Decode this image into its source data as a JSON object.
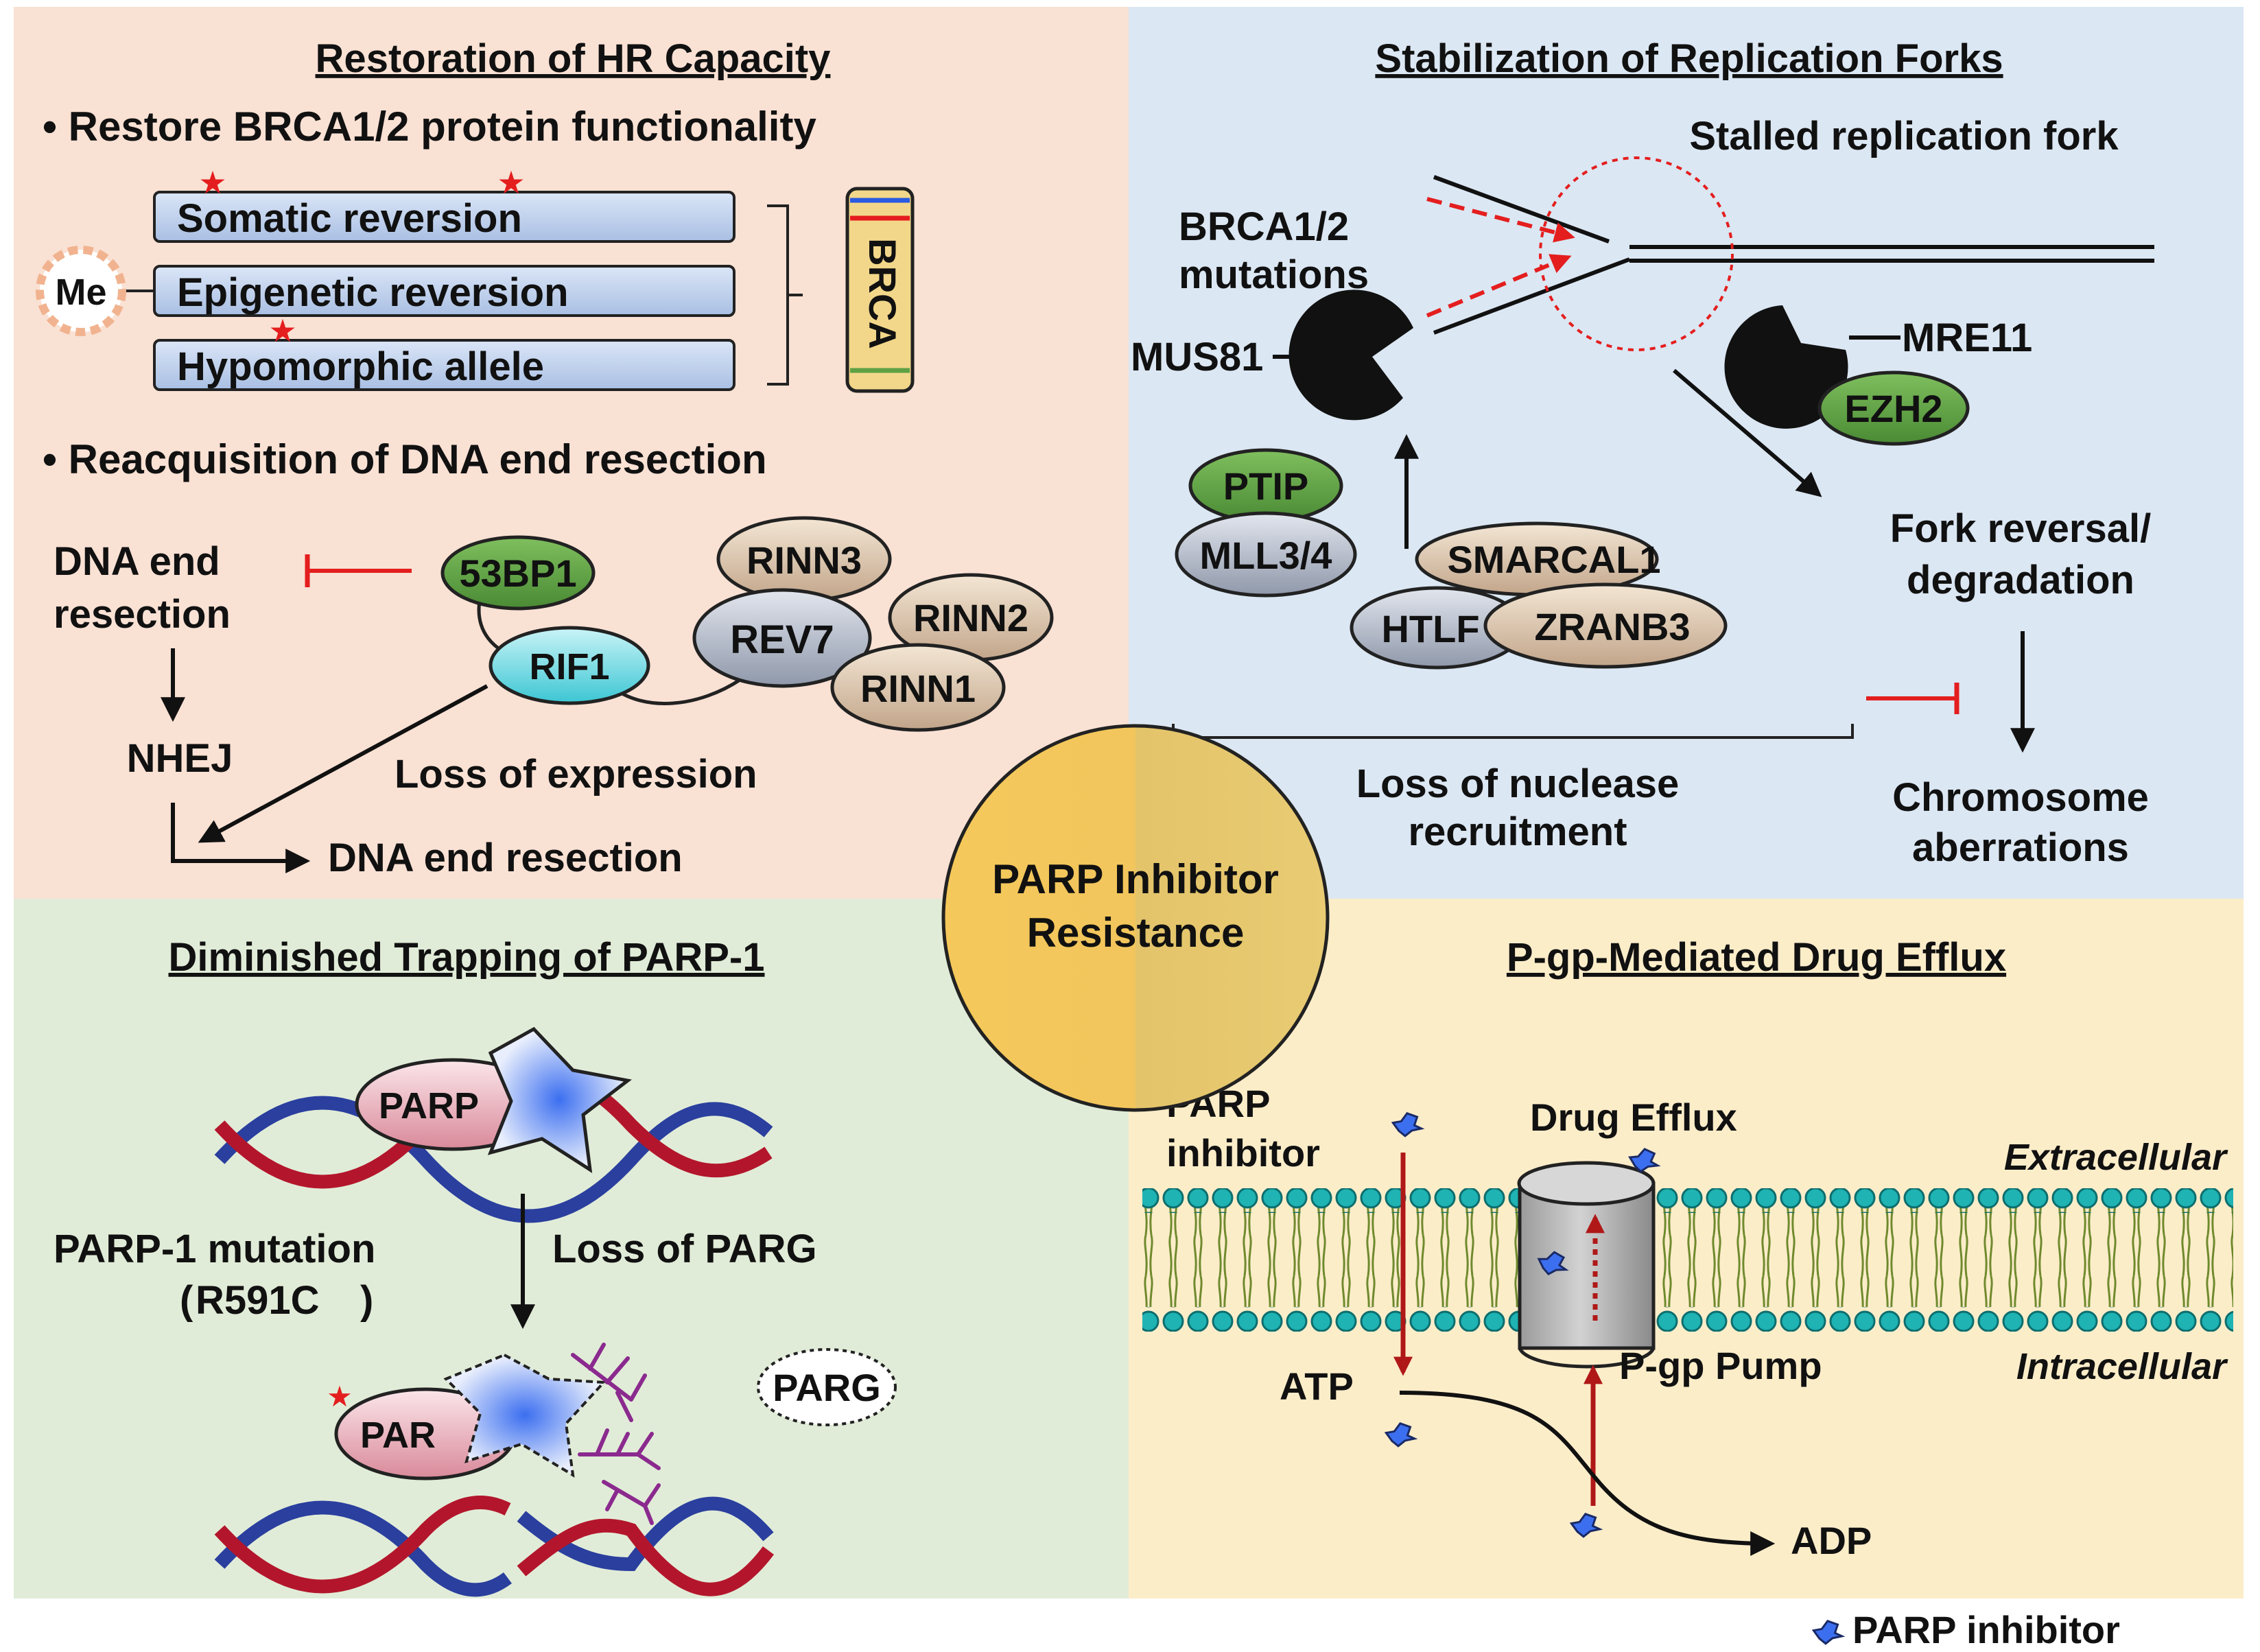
{
  "colors": {
    "hr_panel": "#f9e1d4",
    "fork_panel": "#dbe7f3",
    "trap_panel": "#e1ecd8",
    "efflux_panel": "#fcedc9",
    "red": "#e41e1e",
    "dark_red": "#b01818",
    "blue": "#2a5be0",
    "gray_label": "#8c8c8c",
    "green_protein": "#5ea044",
    "teal": "#1fb3b3"
  },
  "center": {
    "title_line1": "PARP Inhibitor",
    "title_line2": "Resistance"
  },
  "hr": {
    "title": "Restoration of HR Capacity",
    "bullet1": "• Restore BRCA1/2 protein functionality",
    "boxes": [
      "Somatic reversion",
      "Epigenetic reversion",
      "Hypomorphic allele"
    ],
    "me_label": "Me",
    "brca_label": "BRCA",
    "bullet2": "• Reacquisition of DNA end resection",
    "dna_end_resection": [
      "DNA end",
      "resection"
    ],
    "nhej": "NHEJ",
    "proteins": {
      "p53bp1": "53BP1",
      "rif1": "RIF1",
      "rev7": "REV7",
      "rinn3": "RINN3",
      "rinn2": "RINN2",
      "rinn1": "RINN1"
    },
    "loss_of_expression": "Loss of expression",
    "dna_end_resection_result": "DNA end resection"
  },
  "fork": {
    "title": "Stabilization of Replication Forks",
    "stalled_label": "Stalled replication fork",
    "brca_mutations": [
      "BRCA1/2",
      "mutations"
    ],
    "mus81": "MUS81",
    "mre11": "MRE11",
    "ezh2": "EZH2",
    "ptip": "PTIP",
    "mll": "MLL3/4",
    "smarcal1": "SMARCAL1",
    "htlf": "HTLF",
    "zranb3": "ZRANB3",
    "fork_reversal": [
      "Fork reversal/",
      "degradation"
    ],
    "loss_of_nuclease": [
      "Loss of nuclease",
      "recruitment"
    ],
    "chromosome": [
      "Chromosome",
      "aberrations"
    ]
  },
  "trapping": {
    "title": "Diminished Trapping of PARP-1",
    "parp_label": "PARP",
    "par_label": "PAR",
    "parp1_mutation": "PARP-1 mutation",
    "mutation_open": "(",
    "mutation_code": "R591C",
    "mutation_close": ")",
    "loss_of_parg": "Loss of PARG",
    "parg": "PARG"
  },
  "efflux": {
    "title": "P-gp-Mediated Drug Efflux",
    "parp_inhibitor": [
      "PARP",
      "inhibitor"
    ],
    "drug_efflux": "Drug Efflux",
    "extracellular": "Extracellular",
    "intracellular": "Intracellular",
    "pgp_pump": "P-gp Pump",
    "atp": "ATP",
    "adp": "ADP"
  },
  "legend": {
    "label": "PARP inhibitor"
  }
}
